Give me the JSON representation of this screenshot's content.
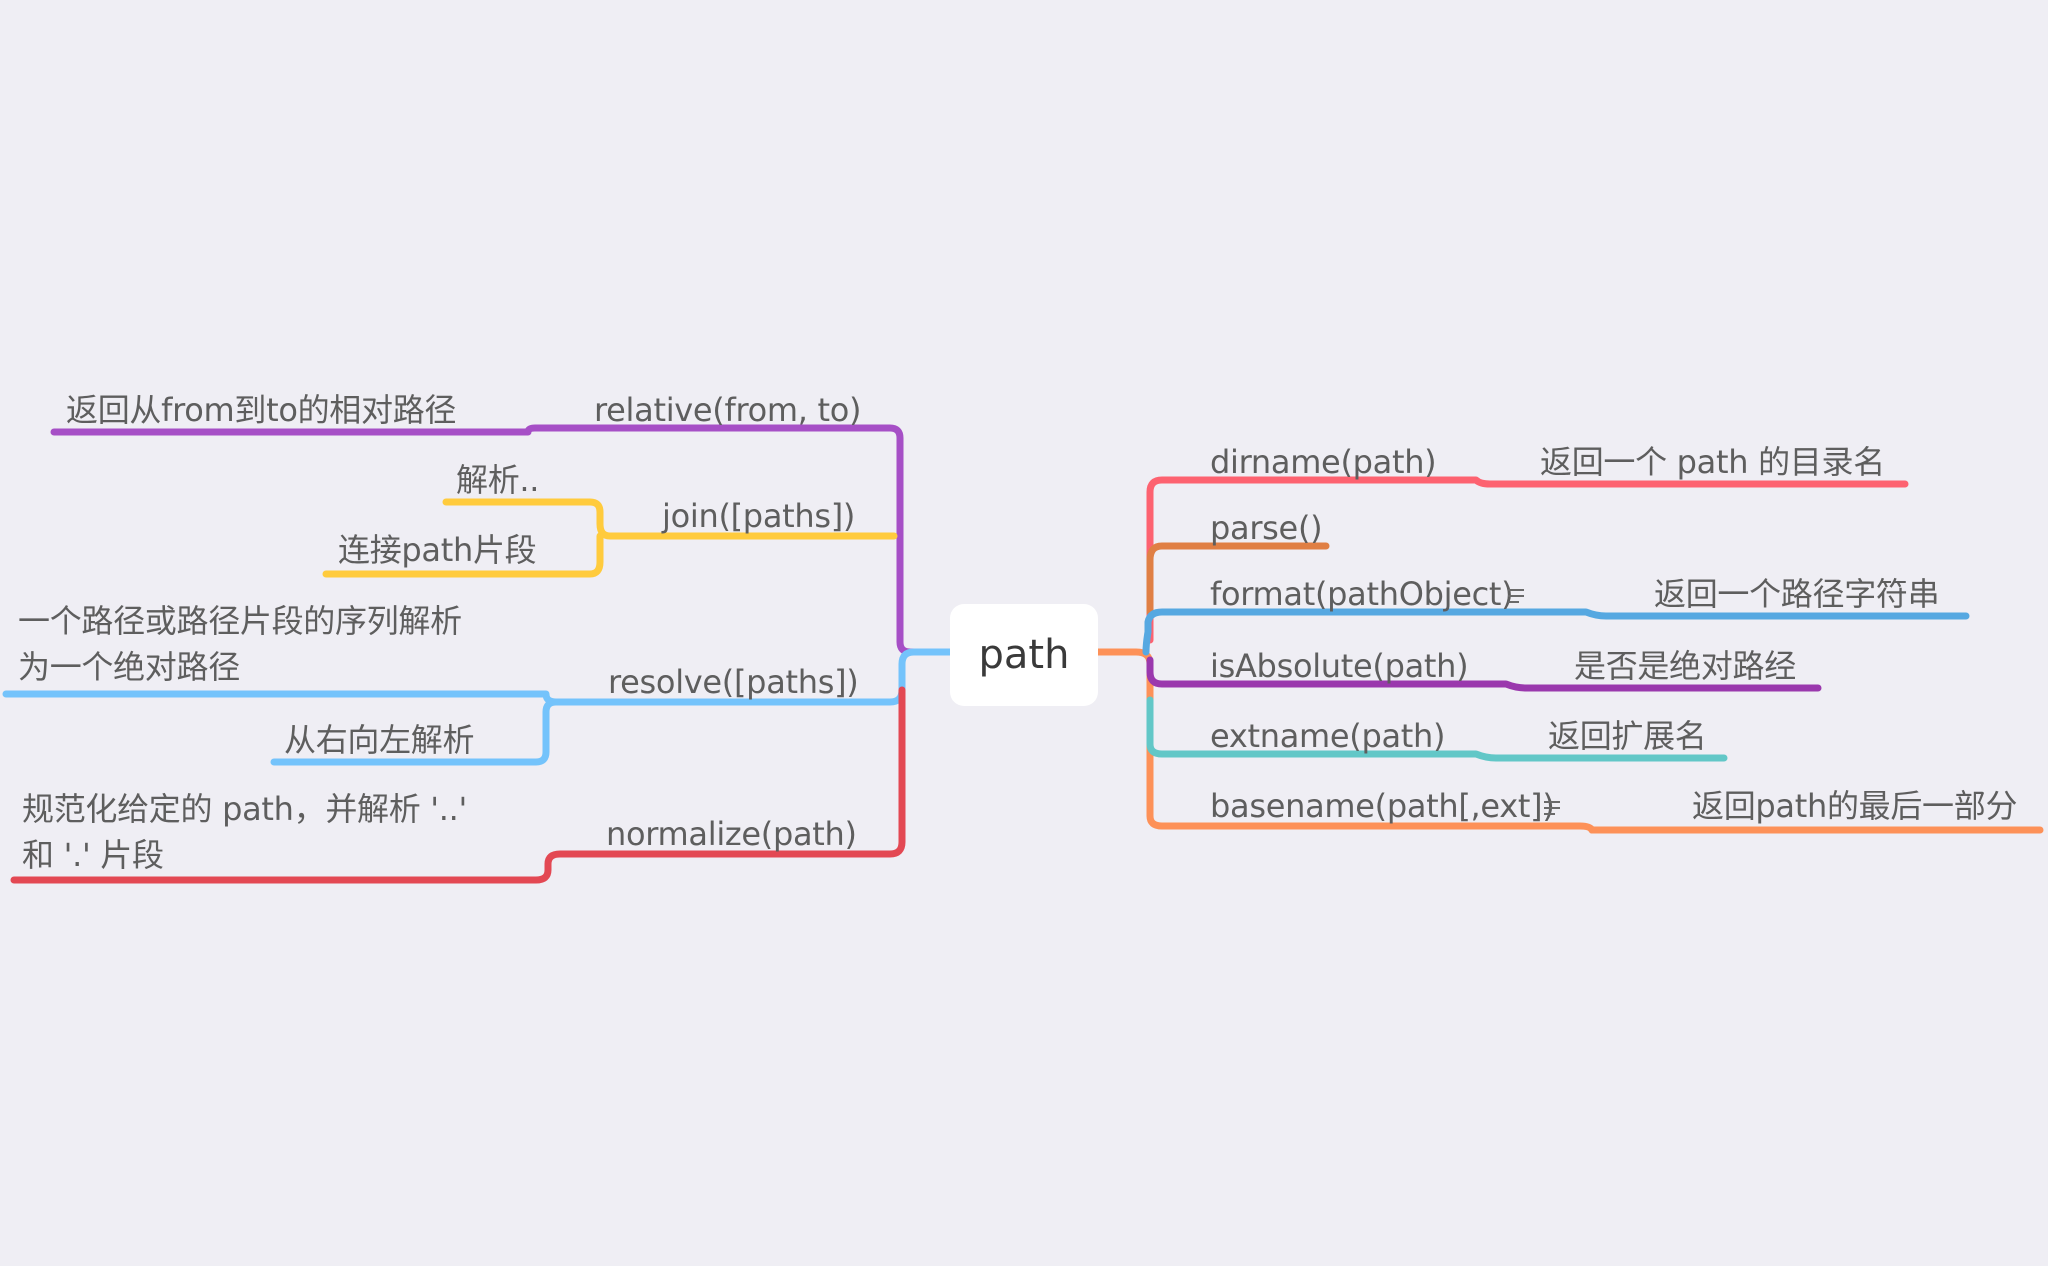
{
  "center": "path",
  "left": {
    "relative": {
      "label": "relative(from, to)",
      "desc": "返回从from到to的相对路径"
    },
    "join": {
      "label": "join([paths])",
      "child1": "解析..",
      "child2": "连接path片段"
    },
    "resolve": {
      "label": "resolve([paths])",
      "child1": "一个路径或路径片段的序列解析为一个绝对路径",
      "child2": "从右向左解析"
    },
    "normalize": {
      "label": "normalize(path)",
      "desc": "规范化给定的 path，并解析 '..' 和 '.' 片段"
    }
  },
  "right": {
    "dirname": {
      "label": "dirname(path)",
      "desc": "返回一个 path 的目录名"
    },
    "parse": {
      "label": "parse()"
    },
    "format": {
      "label": "format(pathObject)",
      "desc": "返回一个路径字符串"
    },
    "isAbsolute": {
      "label": "isAbsolute(path)",
      "desc": "是否是绝对路经"
    },
    "extname": {
      "label": "extname(path)",
      "desc": "返回扩展名"
    },
    "basename": {
      "label": "basename(path[,ext])",
      "desc": "返回path的最后一部分"
    }
  },
  "colors": {
    "purple": "#a64fc6",
    "yellow": "#ffcb3d",
    "lightblue": "#74c3fb",
    "red": "#e34853",
    "orange": "#fd9158",
    "coral": "#fd6270",
    "brown": "#e07f44",
    "blue": "#56a8e1",
    "violet": "#9a38ad",
    "teal": "#62c7c7"
  },
  "icons": [
    "note-icon"
  ]
}
